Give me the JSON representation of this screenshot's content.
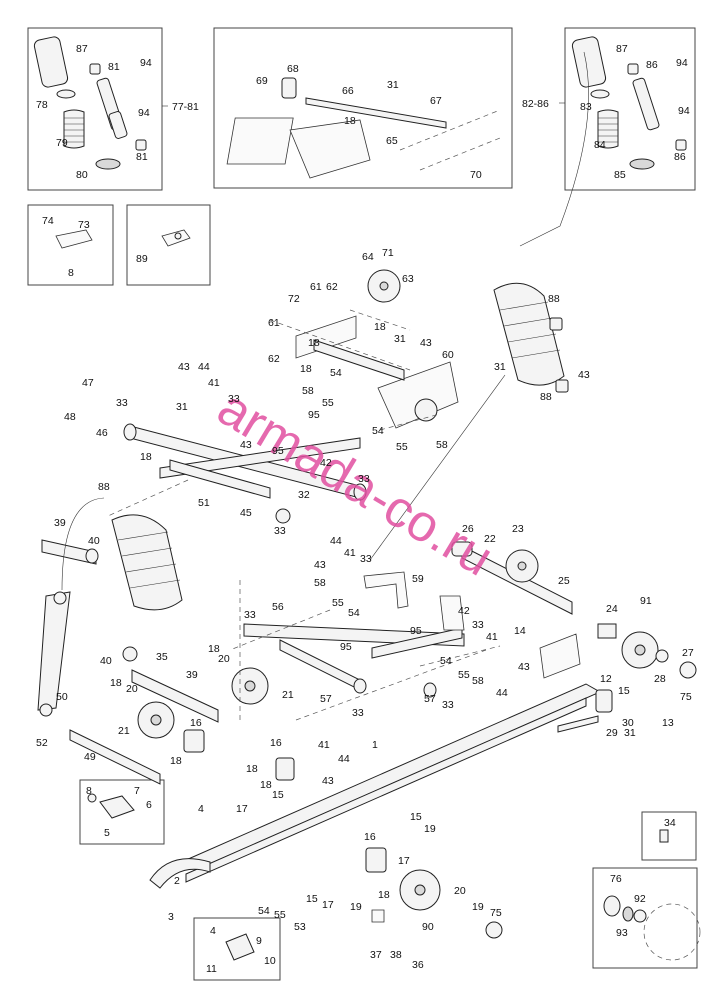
{
  "watermark": "armada-co.ru",
  "boxes": {
    "shock_front_range": "77-81",
    "shock_rear_range": "82-86"
  },
  "callouts": [
    {
      "id": "c87a",
      "text": "87"
    },
    {
      "id": "c78",
      "text": "78"
    },
    {
      "id": "c81a",
      "text": "81"
    },
    {
      "id": "c94a",
      "text": "94"
    },
    {
      "id": "c94b",
      "text": "94"
    },
    {
      "id": "c79",
      "text": "79"
    },
    {
      "id": "c81b",
      "text": "81"
    },
    {
      "id": "c80",
      "text": "80"
    },
    {
      "id": "c68",
      "text": "68"
    },
    {
      "id": "c69",
      "text": "69"
    },
    {
      "id": "c66",
      "text": "66"
    },
    {
      "id": "c31a",
      "text": "31"
    },
    {
      "id": "c67",
      "text": "67"
    },
    {
      "id": "c18a",
      "text": "18"
    },
    {
      "id": "c65",
      "text": "65"
    },
    {
      "id": "c70",
      "text": "70"
    },
    {
      "id": "c87b",
      "text": "87"
    },
    {
      "id": "c86a",
      "text": "86"
    },
    {
      "id": "c94c",
      "text": "94"
    },
    {
      "id": "c83",
      "text": "83"
    },
    {
      "id": "c94d",
      "text": "94"
    },
    {
      "id": "c84",
      "text": "84"
    },
    {
      "id": "c86b",
      "text": "86"
    },
    {
      "id": "c85",
      "text": "85"
    },
    {
      "id": "c74",
      "text": "74"
    },
    {
      "id": "c73",
      "text": "73"
    },
    {
      "id": "c8a",
      "text": "8"
    },
    {
      "id": "c89",
      "text": "89"
    },
    {
      "id": "c64",
      "text": "64"
    },
    {
      "id": "c71",
      "text": "71"
    },
    {
      "id": "c63",
      "text": "63"
    },
    {
      "id": "c61a",
      "text": "61"
    },
    {
      "id": "c62a",
      "text": "62"
    },
    {
      "id": "c72",
      "text": "72"
    },
    {
      "id": "c61b",
      "text": "61"
    },
    {
      "id": "c18b",
      "text": "18"
    },
    {
      "id": "c18c",
      "text": "18"
    },
    {
      "id": "c31b",
      "text": "31"
    },
    {
      "id": "c43a",
      "text": "43"
    },
    {
      "id": "c60",
      "text": "60"
    },
    {
      "id": "c62b",
      "text": "62"
    },
    {
      "id": "c18d",
      "text": "18"
    },
    {
      "id": "c54a",
      "text": "54"
    },
    {
      "id": "c58a",
      "text": "58"
    },
    {
      "id": "c55a",
      "text": "55"
    },
    {
      "id": "c54b",
      "text": "54"
    },
    {
      "id": "c55b",
      "text": "55"
    },
    {
      "id": "c58b",
      "text": "58"
    },
    {
      "id": "c88a",
      "text": "88"
    },
    {
      "id": "c31c",
      "text": "31"
    },
    {
      "id": "c43b",
      "text": "43"
    },
    {
      "id": "c88b",
      "text": "88"
    },
    {
      "id": "c43c",
      "text": "43"
    },
    {
      "id": "c44a",
      "text": "44"
    },
    {
      "id": "c41a",
      "text": "41"
    },
    {
      "id": "c47",
      "text": "47"
    },
    {
      "id": "c48",
      "text": "48"
    },
    {
      "id": "c33a",
      "text": "33"
    },
    {
      "id": "c46",
      "text": "46"
    },
    {
      "id": "c31d",
      "text": "31"
    },
    {
      "id": "c33b",
      "text": "33"
    },
    {
      "id": "c95a",
      "text": "95"
    },
    {
      "id": "c43d",
      "text": "43"
    },
    {
      "id": "c95b",
      "text": "95"
    },
    {
      "id": "c18e",
      "text": "18"
    },
    {
      "id": "c42a",
      "text": "42"
    },
    {
      "id": "c33c",
      "text": "33"
    },
    {
      "id": "c32",
      "text": "32"
    },
    {
      "id": "c51",
      "text": "51"
    },
    {
      "id": "c45",
      "text": "45"
    },
    {
      "id": "c33d",
      "text": "33"
    },
    {
      "id": "c88c",
      "text": "88"
    },
    {
      "id": "c39a",
      "text": "39"
    },
    {
      "id": "c40a",
      "text": "40"
    },
    {
      "id": "c26",
      "text": "26"
    },
    {
      "id": "c22",
      "text": "22"
    },
    {
      "id": "c23",
      "text": "23"
    },
    {
      "id": "c44b",
      "text": "44"
    },
    {
      "id": "c41b",
      "text": "41"
    },
    {
      "id": "c43e",
      "text": "43"
    },
    {
      "id": "c33e",
      "text": "33"
    },
    {
      "id": "c25",
      "text": "25"
    },
    {
      "id": "c58c",
      "text": "58"
    },
    {
      "id": "c59",
      "text": "59"
    },
    {
      "id": "c55c",
      "text": "55"
    },
    {
      "id": "c54c",
      "text": "54"
    },
    {
      "id": "c33f",
      "text": "33"
    },
    {
      "id": "c56",
      "text": "56"
    },
    {
      "id": "c42b",
      "text": "42"
    },
    {
      "id": "c33g",
      "text": "33"
    },
    {
      "id": "c95c",
      "text": "95"
    },
    {
      "id": "c41c",
      "text": "41"
    },
    {
      "id": "c95d",
      "text": "95"
    },
    {
      "id": "c24",
      "text": "24"
    },
    {
      "id": "c91",
      "text": "91"
    },
    {
      "id": "c14",
      "text": "14"
    },
    {
      "id": "c43f",
      "text": "43"
    },
    {
      "id": "c27",
      "text": "27"
    },
    {
      "id": "c28",
      "text": "28"
    },
    {
      "id": "c75a",
      "text": "75"
    },
    {
      "id": "c40b",
      "text": "40"
    },
    {
      "id": "c35",
      "text": "35"
    },
    {
      "id": "c18f",
      "text": "18"
    },
    {
      "id": "c20a",
      "text": "20"
    },
    {
      "id": "c54d",
      "text": "54"
    },
    {
      "id": "c55d",
      "text": "55"
    },
    {
      "id": "c58d",
      "text": "58"
    },
    {
      "id": "c39b",
      "text": "39"
    },
    {
      "id": "c57a",
      "text": "57"
    },
    {
      "id": "c33h",
      "text": "33"
    },
    {
      "id": "c57b",
      "text": "57"
    },
    {
      "id": "c33i",
      "text": "33"
    },
    {
      "id": "c44c",
      "text": "44"
    },
    {
      "id": "c12",
      "text": "12"
    },
    {
      "id": "c15a",
      "text": "15"
    },
    {
      "id": "c30",
      "text": "30"
    },
    {
      "id": "c13",
      "text": "13"
    },
    {
      "id": "c29",
      "text": "29"
    },
    {
      "id": "c31e",
      "text": "31"
    },
    {
      "id": "c18g",
      "text": "18"
    },
    {
      "id": "c20b",
      "text": "20"
    },
    {
      "id": "c21a",
      "text": "21"
    },
    {
      "id": "c50",
      "text": "50"
    },
    {
      "id": "c21b",
      "text": "21"
    },
    {
      "id": "c16a",
      "text": "16"
    },
    {
      "id": "c52",
      "text": "52"
    },
    {
      "id": "c18h",
      "text": "18"
    },
    {
      "id": "c49",
      "text": "49"
    },
    {
      "id": "c1",
      "text": "1"
    },
    {
      "id": "c41d",
      "text": "41"
    },
    {
      "id": "c44d",
      "text": "44"
    },
    {
      "id": "c16b",
      "text": "16"
    },
    {
      "id": "c43g",
      "text": "43"
    },
    {
      "id": "c18i",
      "text": "18"
    },
    {
      "id": "c18j",
      "text": "18"
    },
    {
      "id": "c15b",
      "text": "15"
    },
    {
      "id": "c17a",
      "text": "17"
    },
    {
      "id": "c8b",
      "text": "8"
    },
    {
      "id": "c7",
      "text": "7"
    },
    {
      "id": "c6",
      "text": "6"
    },
    {
      "id": "c5",
      "text": "5"
    },
    {
      "id": "c4a",
      "text": "4"
    },
    {
      "id": "c15c",
      "text": "15"
    },
    {
      "id": "c19a",
      "text": "19"
    },
    {
      "id": "c34",
      "text": "34"
    },
    {
      "id": "c16c",
      "text": "16"
    },
    {
      "id": "c17b",
      "text": "17"
    },
    {
      "id": "c18k",
      "text": "18"
    },
    {
      "id": "c2",
      "text": "2"
    },
    {
      "id": "c15d",
      "text": "15"
    },
    {
      "id": "c17c",
      "text": "17"
    },
    {
      "id": "c19b",
      "text": "19"
    },
    {
      "id": "c3",
      "text": "3"
    },
    {
      "id": "c54e",
      "text": "54"
    },
    {
      "id": "c55e",
      "text": "55"
    },
    {
      "id": "c53",
      "text": "53"
    },
    {
      "id": "c20c",
      "text": "20"
    },
    {
      "id": "c19c",
      "text": "19"
    },
    {
      "id": "c75b",
      "text": "75"
    },
    {
      "id": "c90",
      "text": "90"
    },
    {
      "id": "c76",
      "text": "76"
    },
    {
      "id": "c92",
      "text": "92"
    },
    {
      "id": "c93",
      "text": "93"
    },
    {
      "id": "c4b",
      "text": "4"
    },
    {
      "id": "c9",
      "text": "9"
    },
    {
      "id": "c11",
      "text": "11"
    },
    {
      "id": "c10",
      "text": "10"
    },
    {
      "id": "c37",
      "text": "37"
    },
    {
      "id": "c38",
      "text": "38"
    },
    {
      "id": "c36",
      "text": "36"
    }
  ]
}
